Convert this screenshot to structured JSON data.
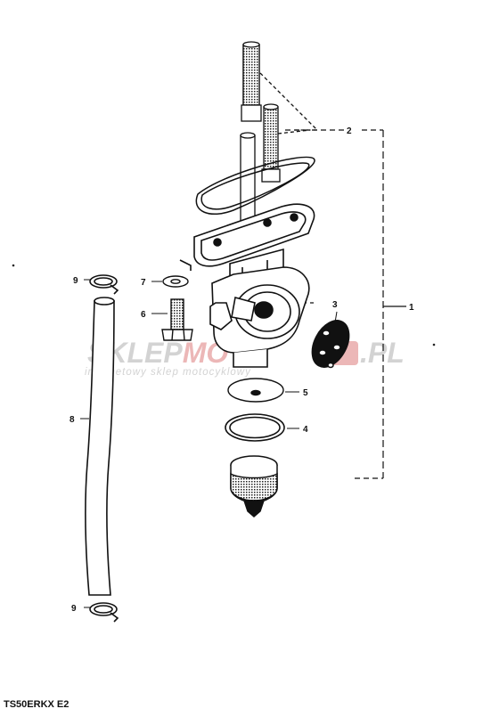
{
  "diagram": {
    "model_code": "TS50ERKX E2",
    "callouts": {
      "c1": "1",
      "c2": "2",
      "c3": "3",
      "c4": "4",
      "c5": "5",
      "c6": "6",
      "c7": "7",
      "c8": "8",
      "c9_top": "9",
      "c9_bottom": "9"
    },
    "watermark": {
      "brand_left": "SKLEP",
      "brand_mid": "MOTO",
      "brand_right": ".PL",
      "tagline": "internetowy sklep motocyklowy",
      "colors": {
        "grey": "#c9c9c9",
        "red": "#e8a7a7"
      }
    }
  }
}
